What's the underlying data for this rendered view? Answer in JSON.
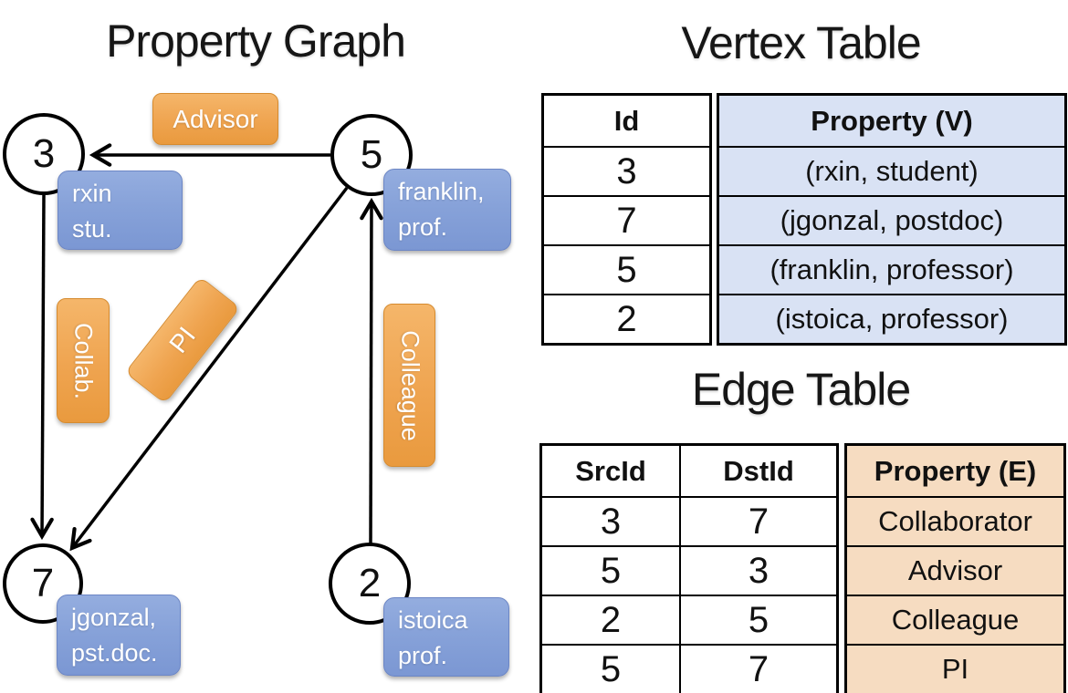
{
  "graph": {
    "title": "Property Graph",
    "node3": {
      "id": "3",
      "line1": "rxin",
      "line2": "stu."
    },
    "node5": {
      "id": "5",
      "line1": "franklin,",
      "line2": "prof."
    },
    "node7": {
      "id": "7",
      "line1": "jgonzal,",
      "line2": "pst.doc."
    },
    "node2": {
      "id": "2",
      "line1": "istoica",
      "line2": "prof."
    },
    "edge_labels": {
      "advisor": "Advisor",
      "collab": "Collab.",
      "pi": "PI",
      "colleague": "Colleague"
    }
  },
  "vertex_table": {
    "title": "Vertex Table",
    "columns": {
      "id": "Id",
      "property": "Property (V)"
    },
    "rows": [
      {
        "id": "3",
        "property": "(rxin, student)"
      },
      {
        "id": "7",
        "property": "(jgonzal, postdoc)"
      },
      {
        "id": "5",
        "property": "(franklin, professor)"
      },
      {
        "id": "2",
        "property": "(istoica, professor)"
      }
    ]
  },
  "edge_table": {
    "title": "Edge Table",
    "columns": {
      "src": "SrcId",
      "dst": "DstId",
      "property": "Property (E)"
    },
    "rows": [
      {
        "src": "3",
        "dst": "7",
        "property": "Collaborator"
      },
      {
        "src": "5",
        "dst": "3",
        "property": "Advisor"
      },
      {
        "src": "2",
        "dst": "5",
        "property": "Colleague"
      },
      {
        "src": "5",
        "dst": "7",
        "property": "PI"
      }
    ]
  },
  "colors": {
    "edge_label_orange": "#efa450",
    "vertex_box_blue": "#87a2d9",
    "vertex_table_fill": "#d9e2f4",
    "edge_table_fill": "#f6dcc1",
    "line_black": "#000000"
  }
}
